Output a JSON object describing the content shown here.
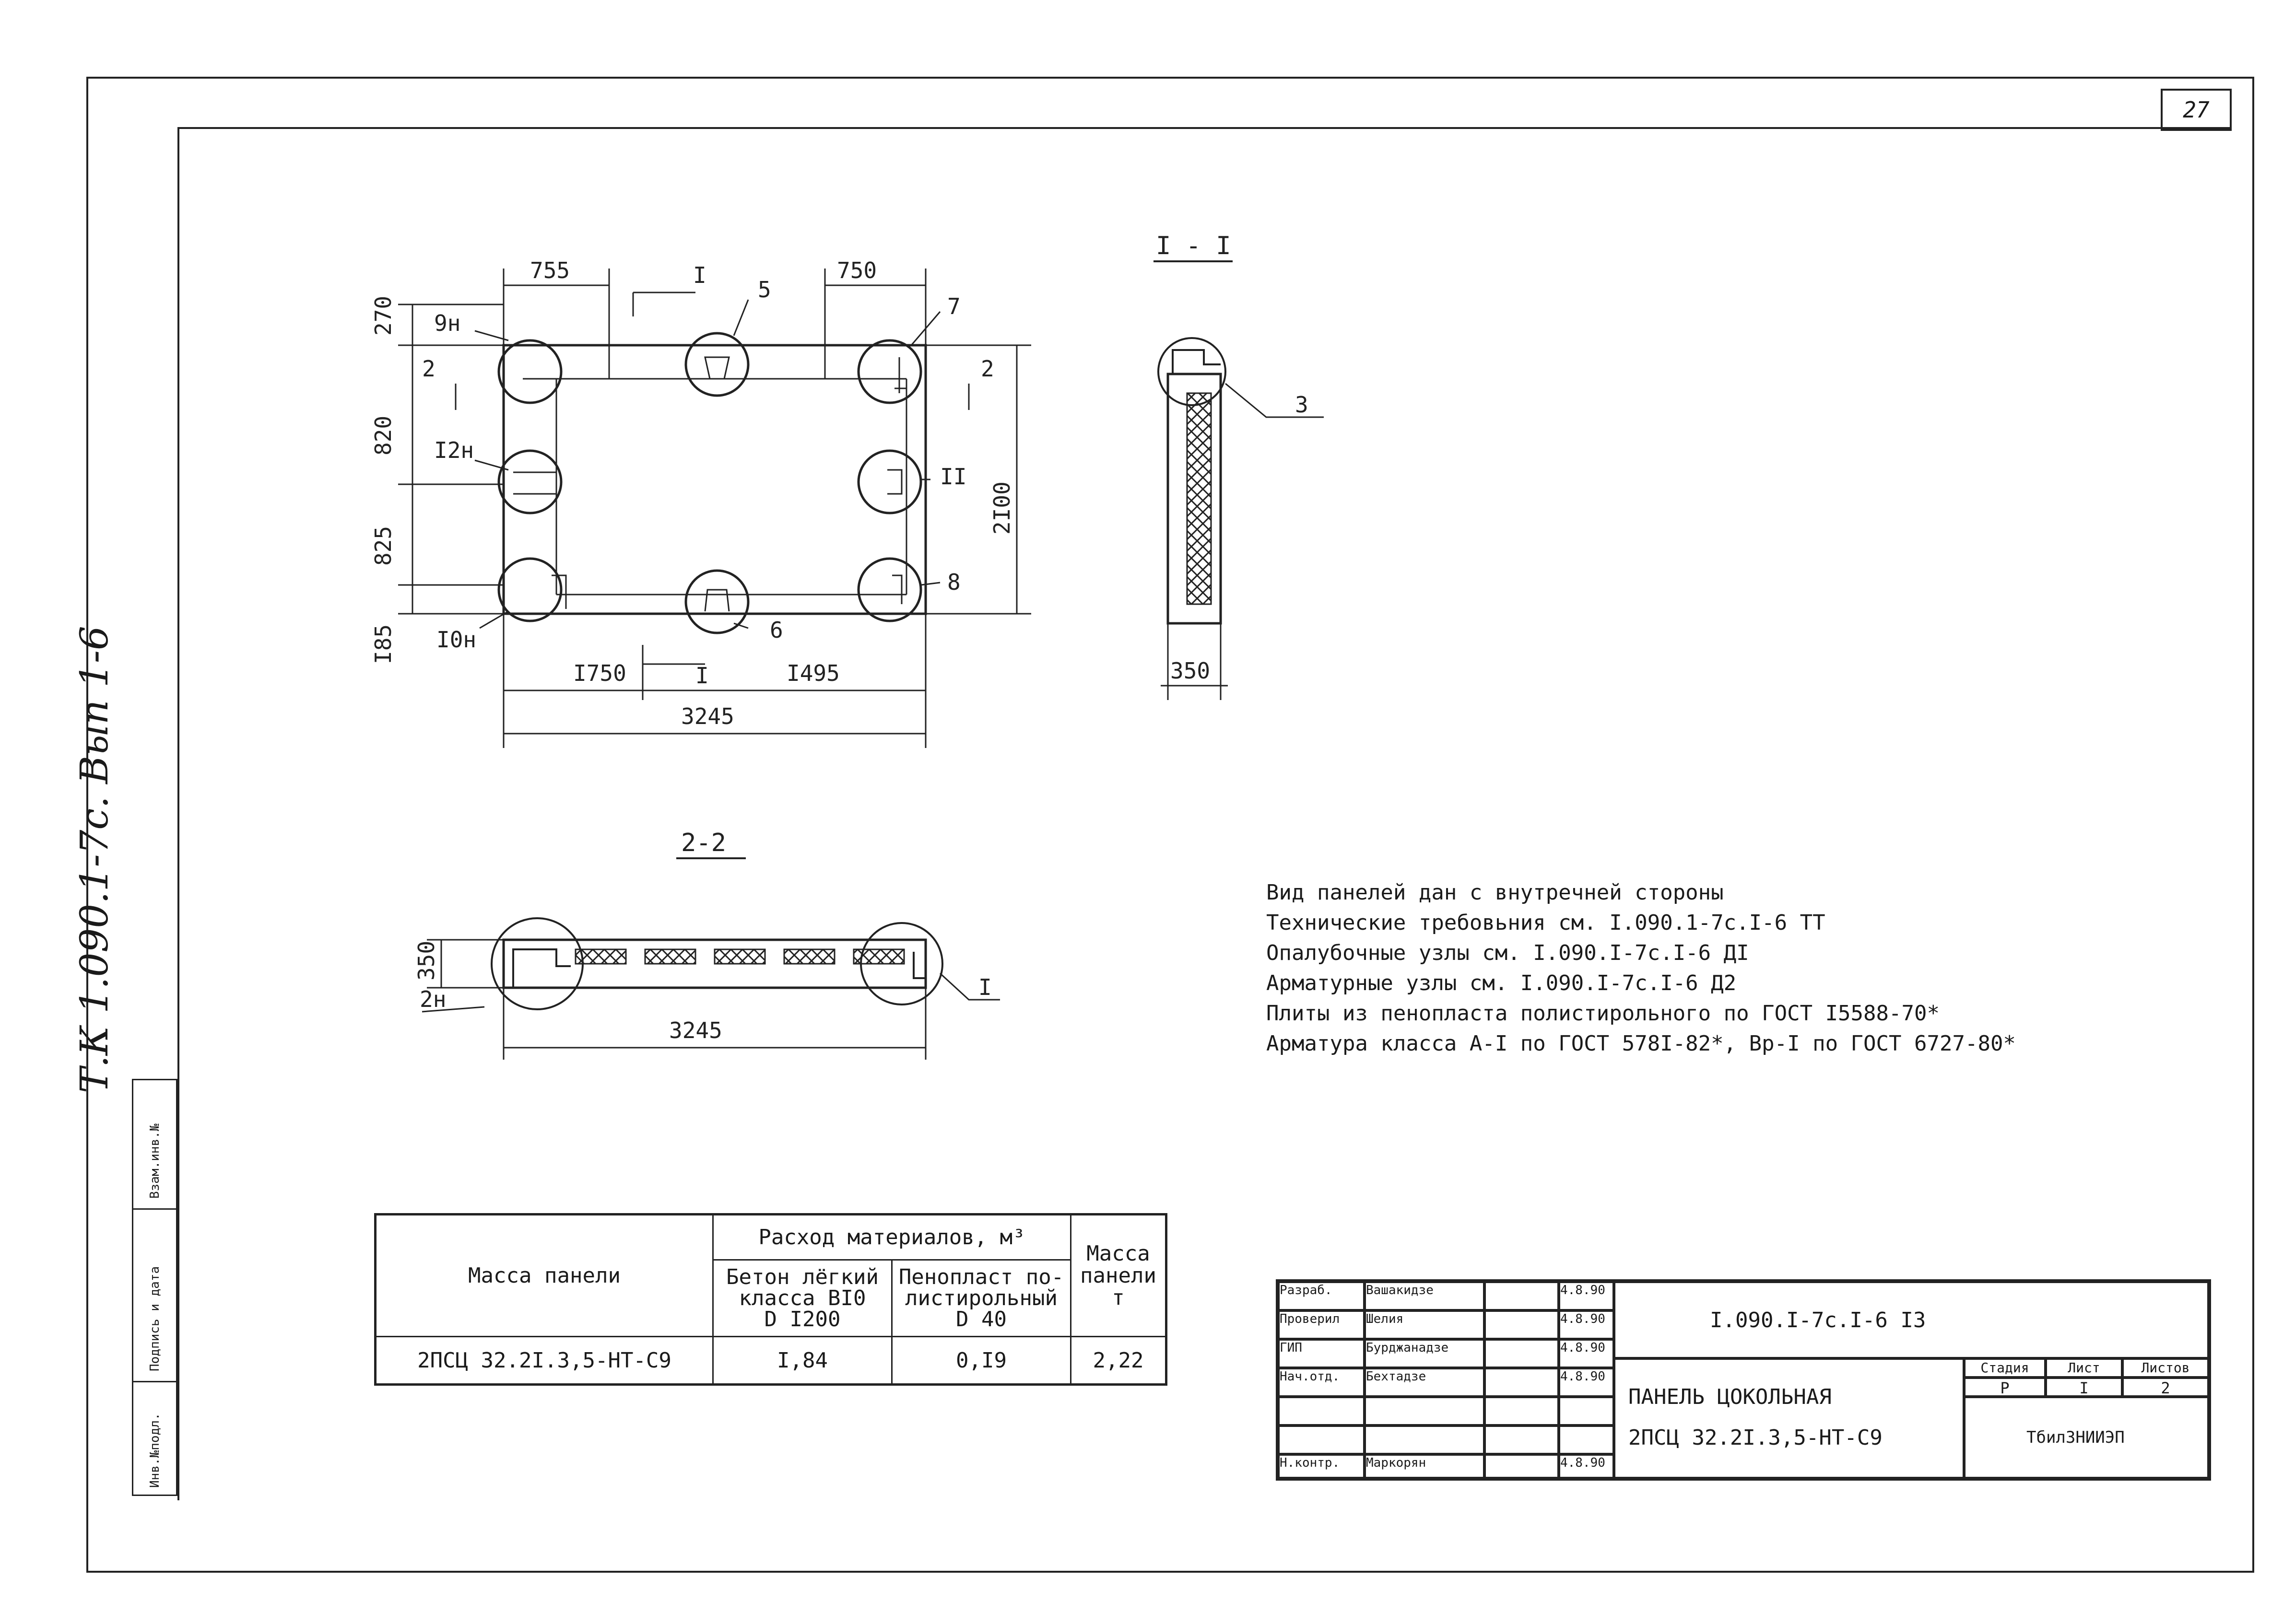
{
  "sheet": {
    "page_number": "27",
    "side_designation": "Т.К 1.090.1-7с. Вып 1-6",
    "side_stamp": [
      "Взам.инв.№",
      "Подпись и дата",
      "Инв.№подл."
    ]
  },
  "drawing": {
    "front_view": {
      "dims_top": [
        "755",
        "750"
      ],
      "dims_left": [
        "270",
        "820",
        "825",
        "I85"
      ],
      "dim_right": "2I00",
      "dims_bottom": [
        "I750",
        "I495"
      ],
      "dim_total": "3245",
      "section_cut_label": "I",
      "section_2_marks": [
        "2",
        "2"
      ],
      "node_labels": [
        "9н",
        "I2н",
        "I0н",
        "5",
        "7",
        "II",
        "8",
        "6"
      ]
    },
    "section_1": {
      "title": "I - I",
      "node_label": "3",
      "dim": "350"
    },
    "section_2": {
      "title": "2-2",
      "dim_height": "350",
      "dim_length": "3245",
      "node_left": "2н",
      "node_right": "I"
    }
  },
  "notes": [
    "Вид панелей дан с внутречней стороны",
    "Технические требовьния см. I.090.1-7с.I-6 ТТ",
    "Опалубочные узлы см. I.090.I-7с.I-6 ДI",
    "Арматурные узлы см. I.090.I-7с.I-6 Д2",
    "Плиты из пенопласта полистирольного по ГОСТ I5588-70*",
    "Арматура класса А-I по ГОСТ 578I-82*, Вр-I по ГОСТ 6727-80*"
  ],
  "spec_table": {
    "col1_header": "Масса панели",
    "group_header": "Расход материалов, м³",
    "col2_header_line1": "Бетон лёгкий",
    "col2_header_line2": "класса   BI0",
    "col2_header_line3": "D I200",
    "col3_header_line1": "Пенопласт по-",
    "col3_header_line2": "листирольный",
    "col3_header_line3": "D 40",
    "col4_header_line1": "Масса",
    "col4_header_line2": "панели",
    "col4_header_line3": "т",
    "row": {
      "mark": "2ПСЦ 32.2I.3,5-НТ-С9",
      "concrete": "I,84",
      "foam": "0,I9",
      "mass": "2,22"
    }
  },
  "title_block": {
    "roles": [
      "Разраб.",
      "Проверил",
      "ГИП",
      "Нач.отд.",
      "",
      "",
      "Н.контр."
    ],
    "names": [
      "Вашакидзе",
      "Шелия",
      "Бурджанадзе",
      "Бехтадзе",
      "",
      "",
      "Маркорян"
    ],
    "dates": [
      "4.8.90",
      "4.8.90",
      "4.8.90",
      "4.8.90",
      "",
      "",
      "4.8.90"
    ],
    "designation": "I.090.I-7с.I-6 I3",
    "name_line1": "ПАНЕЛЬ ЦОКОЛЬНАЯ",
    "name_line2": "2ПСЦ 32.2I.3,5-НТ-С9",
    "stage_label": "Стадия",
    "sheet_label": "Лист",
    "sheets_label": "Листов",
    "stage": "Р",
    "sheet": "I",
    "sheets": "2",
    "organization": "ТбилЗНИИЭП"
  }
}
